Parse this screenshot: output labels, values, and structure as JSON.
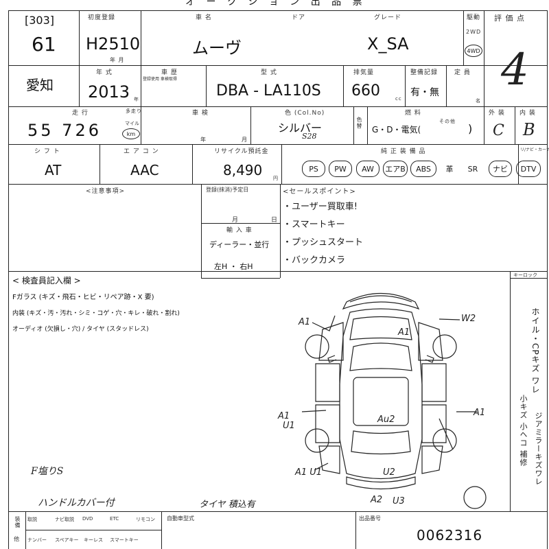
{
  "header": {
    "title_fragment": "オ ー ク シ ョ ン 出 品 票"
  },
  "lot": {
    "section_label": "出品番号",
    "code": "[303]",
    "number": "61"
  },
  "registration": {
    "label": "初度登録",
    "value": "H2510",
    "unit": "年  月"
  },
  "car_name": {
    "label": "車 名",
    "value": "ムーヴ"
  },
  "doors": {
    "label": "ドア"
  },
  "grade": {
    "label": "グレード",
    "value": "X_SA"
  },
  "drive": {
    "label": "駆動",
    "opt1": "2WD",
    "opt2": "4WD"
  },
  "score": {
    "label": "評 価 点",
    "value": "4"
  },
  "region": {
    "value": "愛知"
  },
  "model_year": {
    "label": "年 式",
    "value": "2013",
    "unit": "年"
  },
  "vehicle_class": {
    "label": "車 歴",
    "note": "登録使用 車検取得"
  },
  "model_code": {
    "label": "型 式",
    "value": "DBA - LA110S"
  },
  "displacement": {
    "label": "排気量",
    "value": "660",
    "unit": "cc"
  },
  "inspection_cert": {
    "label": "整備記録",
    "value": "有・無"
  },
  "capacity": {
    "label": "定 員",
    "unit": "名"
  },
  "mileage": {
    "label": "走 行",
    "value": "55 726",
    "unit_top": "マイル",
    "unit": "km",
    "meter_label": "多走り"
  },
  "shaken": {
    "label": "車 検",
    "unit1": "年",
    "unit2": "月"
  },
  "color": {
    "label": "色 (Col.No)",
    "value": "シルバー",
    "code": "S28",
    "side": "色替"
  },
  "fuel": {
    "label": "燃 料",
    "value": "G・D・電気(",
    "other": "その他",
    "close": ")"
  },
  "exterior": {
    "label": "外 装",
    "value": "C"
  },
  "interior": {
    "label": "内 装",
    "value": "B"
  },
  "shift": {
    "label": "シ フ ト",
    "value": "AT"
  },
  "aircon": {
    "label": "エ ア コ ン",
    "value": "AAC"
  },
  "recycle": {
    "label": "リサイクル預託金",
    "value": "8,490",
    "unit": "円"
  },
  "equipment": {
    "label": "純 正 装 備 品",
    "items": [
      {
        "name": "PS",
        "circled": true
      },
      {
        "name": "PW",
        "circled": true
      },
      {
        "name": "AW",
        "circled": true
      },
      {
        "name": "エアB",
        "circled": true
      },
      {
        "name": "ABS",
        "circled": true
      },
      {
        "name": "革",
        "circled": false
      },
      {
        "name": "SR",
        "circled": false
      },
      {
        "name": "ナビ",
        "circled": true
      },
      {
        "name": "DTV",
        "circled": true
      }
    ],
    "extra_label": "リ/ナビ・カーナビ"
  },
  "notes": {
    "label": "<注意事項>"
  },
  "deregistration": {
    "label": "登録(抹消)予定日",
    "unit1": "月",
    "unit2": "日"
  },
  "import": {
    "label": "輸 入 車",
    "value": "ディーラー・並行",
    "handle": "左H ・ 右H"
  },
  "sales_points": {
    "label": "<セールスポイント>",
    "items": [
      "・ユーザー買取車!",
      "・スマートキー",
      "・プッシュスタート",
      "・バックカメラ"
    ]
  },
  "inspector": {
    "label": "< 検査員記入欄 >",
    "line1": "Fガラス (キズ・飛石・ヒビ・リペア跡・X 要)",
    "line2": "内装 (キズ・汚・汚れ・シミ・コゲ・穴・キレ・破れ・割れ)",
    "line3": "オーディオ (欠損し・穴) / タイヤ (スタッドレス)",
    "note1": "F塩りS",
    "note2": "ハンドルカバー付",
    "note3": "タイヤ 積込有"
  },
  "side_panel": {
    "label": "キーロック",
    "vertical1": "ホイル・CPキズ ワレ",
    "vertical2": "小キズ 小ヘコ 補修",
    "vertical3": "ジアミラーキズワレ"
  },
  "diagram": {
    "marks": [
      "A1",
      "W2",
      "A1",
      "A1",
      "U1",
      "A1",
      "Au2",
      "A1",
      "U1",
      "U2",
      "A2",
      "U3"
    ]
  },
  "footer": {
    "row_label": "装備",
    "row_label2": "他",
    "cells1": [
      "取説",
      "ナビ取説",
      "DVD",
      "ETC",
      "リモコン"
    ],
    "cells2": [
      "ナンバー",
      "スペアキー",
      "キーレス",
      "スマートキー"
    ],
    "bodywork_label": "自動車型式",
    "reg_label": "出品番号",
    "reg_value": "0062316"
  }
}
